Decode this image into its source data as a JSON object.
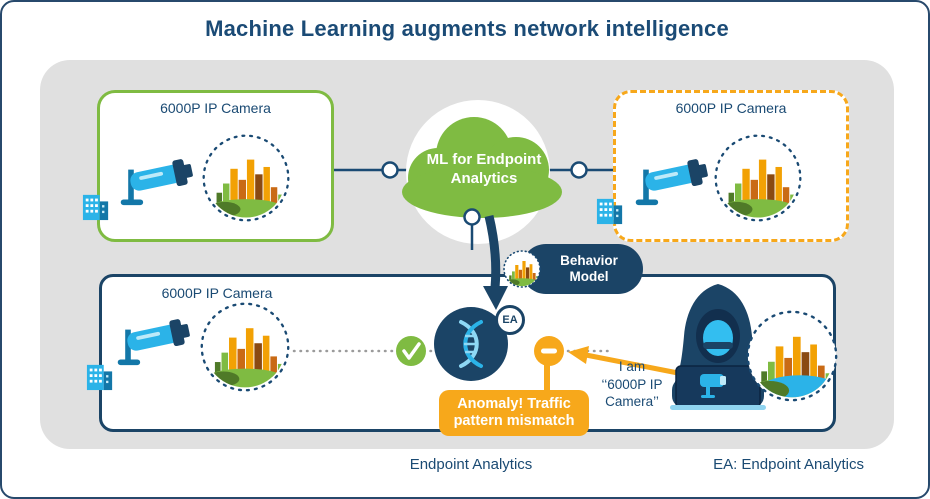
{
  "title": "Machine Learning augments network intelligence",
  "boxes": {
    "top_left": {
      "label": "6000P IP Camera"
    },
    "top_right": {
      "label": "6000P IP Camera"
    },
    "bottom": {
      "label": "6000P IP Camera"
    }
  },
  "cloud": {
    "label": "ML for Endpoint\nAnalytics"
  },
  "behavior_model": {
    "label": "Behavior\nModel"
  },
  "ea_circle": {
    "badge": "EA"
  },
  "impostor": {
    "speech": "I am\n‘‘6000P IP\nCamera’’"
  },
  "anomaly_callout": {
    "label": "Anomaly! Traffic\npattern mismatch"
  },
  "footer": {
    "caption": "Endpoint Analytics",
    "legend": "EA: Endpoint Analytics"
  },
  "colors": {
    "navy": "#1B4466",
    "title_blue": "#1B4B76",
    "green": "#7FBB42",
    "orange": "#F7A81B",
    "teal": "#2BB3E8",
    "panel_gray": "#E0E0E0"
  },
  "icons": {
    "camera": "cctv-camera",
    "chart": "traffic-pattern-histogram-circle",
    "building": "building",
    "cloud": "cloud",
    "check": "✓",
    "minus": "−",
    "dna": "dna-helix",
    "down_arrow": "↓",
    "spoof_arrow": "←",
    "hacker": "hooded-attacker-with-laptop"
  }
}
